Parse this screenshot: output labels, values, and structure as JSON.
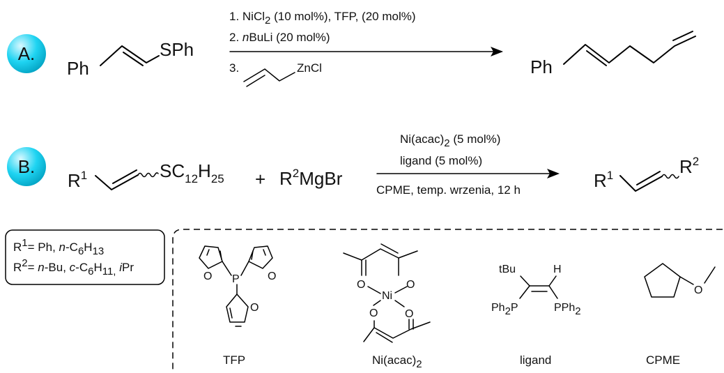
{
  "scheme_a": {
    "badge": "A.",
    "substrate": {
      "ph": "Ph",
      "sph": "SPh"
    },
    "conditions": {
      "line1": {
        "a": "1. NiCl",
        "sub": "2",
        "b": " (10 mol%), TFP, (20 mol%)"
      },
      "line2": {
        "num": "2. ",
        "it": "n",
        "rest": "BuLi (20 mol%)"
      },
      "line3": {
        "num": "3.",
        "reagent": "ZnCl"
      }
    },
    "product": {
      "ph": "Ph"
    }
  },
  "scheme_b": {
    "badge": "B.",
    "substrate": {
      "r": "R",
      "r_sup": "1",
      "s": "SC",
      "s_sub1": "12",
      "h": "H",
      "s_sub2": "25"
    },
    "plus": "+",
    "grignard": {
      "r": "R",
      "sup": "2",
      "rest": "MgBr"
    },
    "conditions": {
      "line1": {
        "a": "Ni(acac)",
        "sub": "2",
        "b": " (5 mol%)"
      },
      "line2": "ligand (5 mol%)",
      "below": "CPME, temp. wrzenia, 12 h"
    },
    "product": {
      "r1": "R",
      "r1_sup": "1",
      "r2": "R",
      "r2_sup": "2"
    }
  },
  "legend": {
    "r1": {
      "r": "R",
      "sup": "1",
      "eq": "= Ph, ",
      "it": "n",
      "rest": "-C",
      "sub1": "6",
      "h": "H",
      "sub2": "13"
    },
    "r2": {
      "r": "R",
      "sup": "2",
      "eq": "= ",
      "it1": "n",
      "p1": "-Bu, ",
      "it2": "c",
      "p2": "-C",
      "sub1": "6",
      "h": "H",
      "sub2": "11,",
      "sp": " ",
      "it3": "i",
      "p3": "Pr"
    }
  },
  "structures": {
    "tfp": {
      "name": "TFP",
      "p": "P",
      "o": "O"
    },
    "ni": {
      "name_a": "Ni(acac)",
      "name_sub": "2",
      "o": "O",
      "ni": "Ni"
    },
    "ligand": {
      "name": "ligand",
      "tbu": "tBu",
      "h": "H",
      "pph2_left": "Ph",
      "pph2_left_sub": "2",
      "pph2_left_p": "P",
      "pph2_right": "PPh",
      "pph2_right_sub": "2"
    },
    "cpme": {
      "name": "CPME",
      "o": "O"
    }
  },
  "colors": {
    "badge_fill": "#19d3f0",
    "badge_light": "#cdf6ff",
    "badge_dark": "#05a9c9",
    "line": "#000000"
  }
}
